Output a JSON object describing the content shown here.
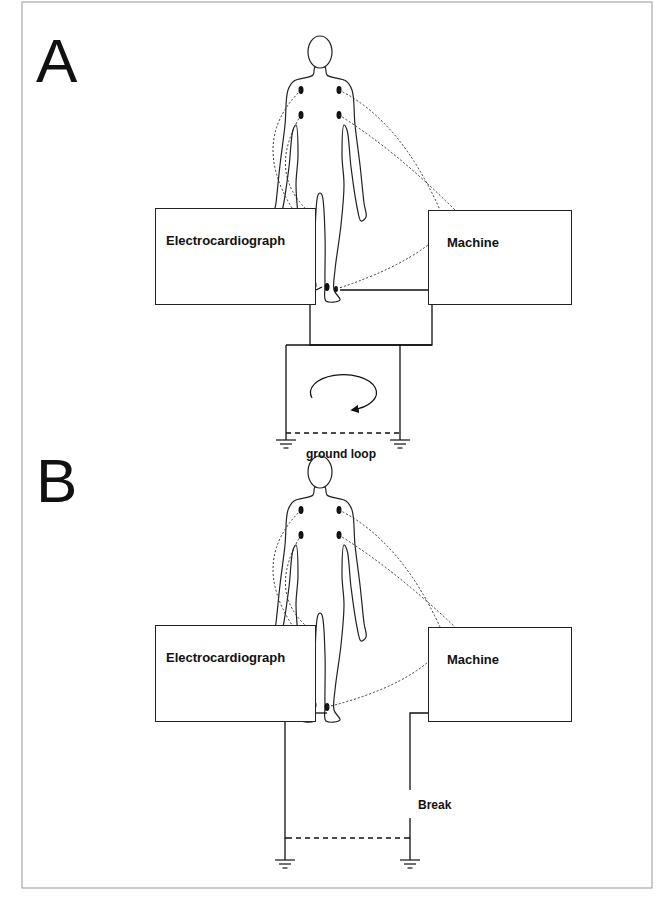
{
  "diagram": {
    "nodes": [
      {
        "text": [
          "Electrocardiograph"
        ]
      },
      {
        "text": [
          "Machine"
        ]
      },
      {
        "text": [
          "Electrocardiograph"
        ]
      },
      {
        "text": [
          "Machine"
        ]
      }
    ],
    "edges": [
      {
        "from": 0,
        "to": 1,
        "arrow": "none"
      },
      {
        "from": 2,
        "to": 3,
        "arrow": "none"
      }
    ],
    "labels": [
      "A",
      "B",
      "ground loop",
      "Break"
    ]
  }
}
